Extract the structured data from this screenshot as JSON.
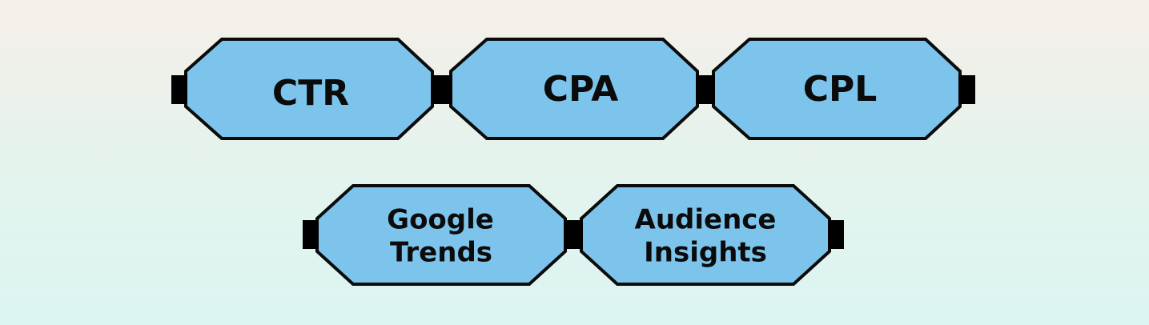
{
  "diagram": {
    "colors": {
      "fill": "#7dc4ec",
      "stroke": "#0a0a0a",
      "connector": "#000000"
    },
    "rows": [
      {
        "nodes": [
          {
            "lines": [
              "CTR"
            ]
          },
          {
            "lines": [
              "CPA"
            ]
          },
          {
            "lines": [
              "CPL"
            ]
          }
        ]
      },
      {
        "nodes": [
          {
            "lines": [
              "Google",
              "Trends"
            ]
          },
          {
            "lines": [
              "Audience",
              "Insights"
            ]
          }
        ]
      }
    ]
  }
}
